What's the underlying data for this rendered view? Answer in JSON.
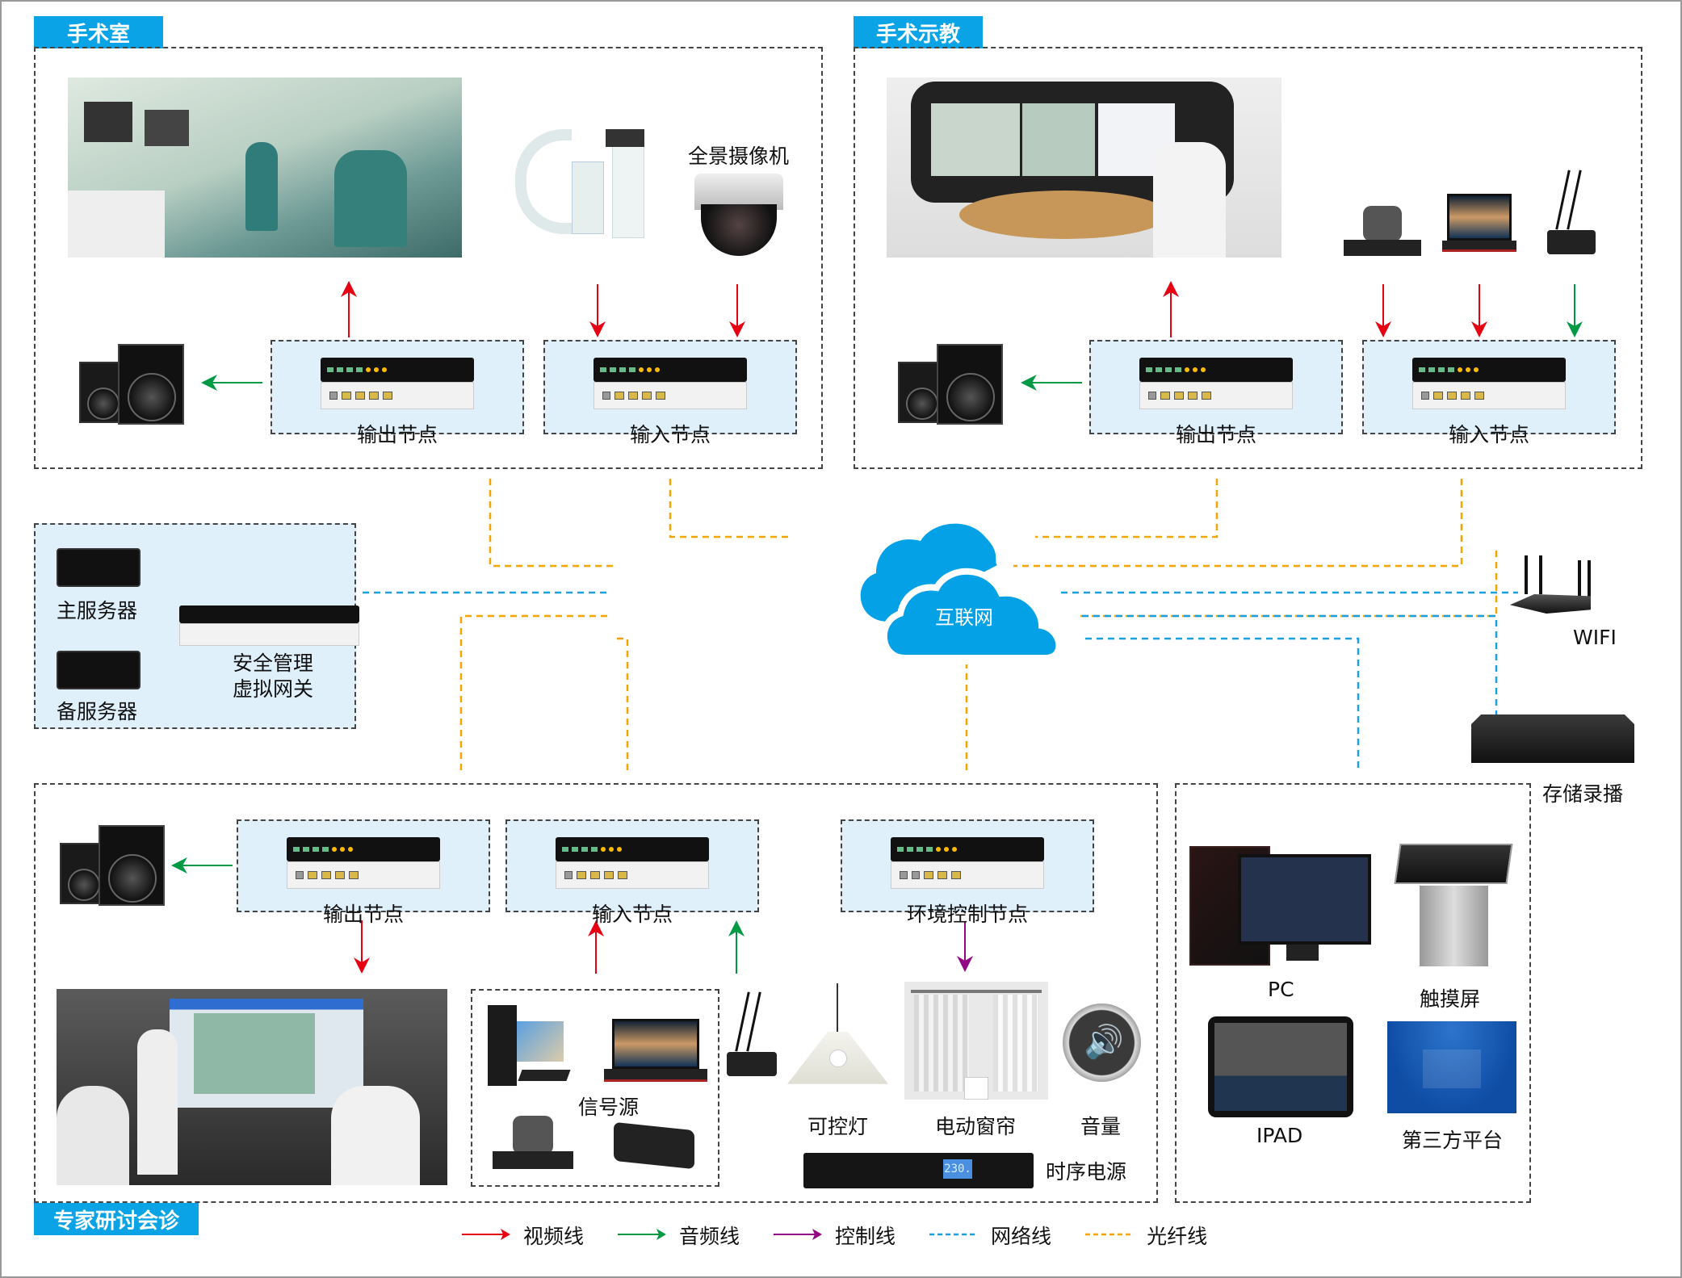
{
  "sections": {
    "operating_room": {
      "title": "手术室",
      "camera_label": "全景摄像机",
      "output_node": "输出节点",
      "input_node": "输入节点"
    },
    "surgery_teaching": {
      "title": "手术示教",
      "output_node": "输出节点",
      "input_node": "输入节点"
    },
    "servers": {
      "main_server": "主服务器",
      "backup_server": "备服务器",
      "gateway_line1": "安全管理",
      "gateway_line2": "虚拟网关"
    },
    "internet": {
      "label": "互联网"
    },
    "wifi": {
      "label": "WIFI"
    },
    "storage": {
      "label": "存储录播"
    },
    "expert_consultation": {
      "title": "专家研讨会诊",
      "output_node": "输出节点",
      "input_node": "输入节点",
      "env_node": "环境控制节点",
      "signal_source": "信号源",
      "light": "可控灯",
      "curtain": "电动窗帘",
      "volume": "音量",
      "power_sequencer": "时序电源",
      "power_display": "230."
    },
    "terminals": {
      "pc": "PC",
      "touchscreen": "触摸屏",
      "ipad": "IPAD",
      "third_party": "第三方平台"
    }
  },
  "legend": [
    {
      "label": "视频线",
      "color": "#e60012",
      "style": "arrow"
    },
    {
      "label": "音频线",
      "color": "#009944",
      "style": "arrow"
    },
    {
      "label": "控制线",
      "color": "#920783",
      "style": "arrow"
    },
    {
      "label": "网络线",
      "color": "#1aa0e0",
      "style": "dashed"
    },
    {
      "label": "光纤线",
      "color": "#f5a400",
      "style": "dashed"
    }
  ],
  "colors": {
    "tag_bg": "#0aa3e6",
    "node_bg": "#dff0fb",
    "cloud": "#05a1e6"
  }
}
